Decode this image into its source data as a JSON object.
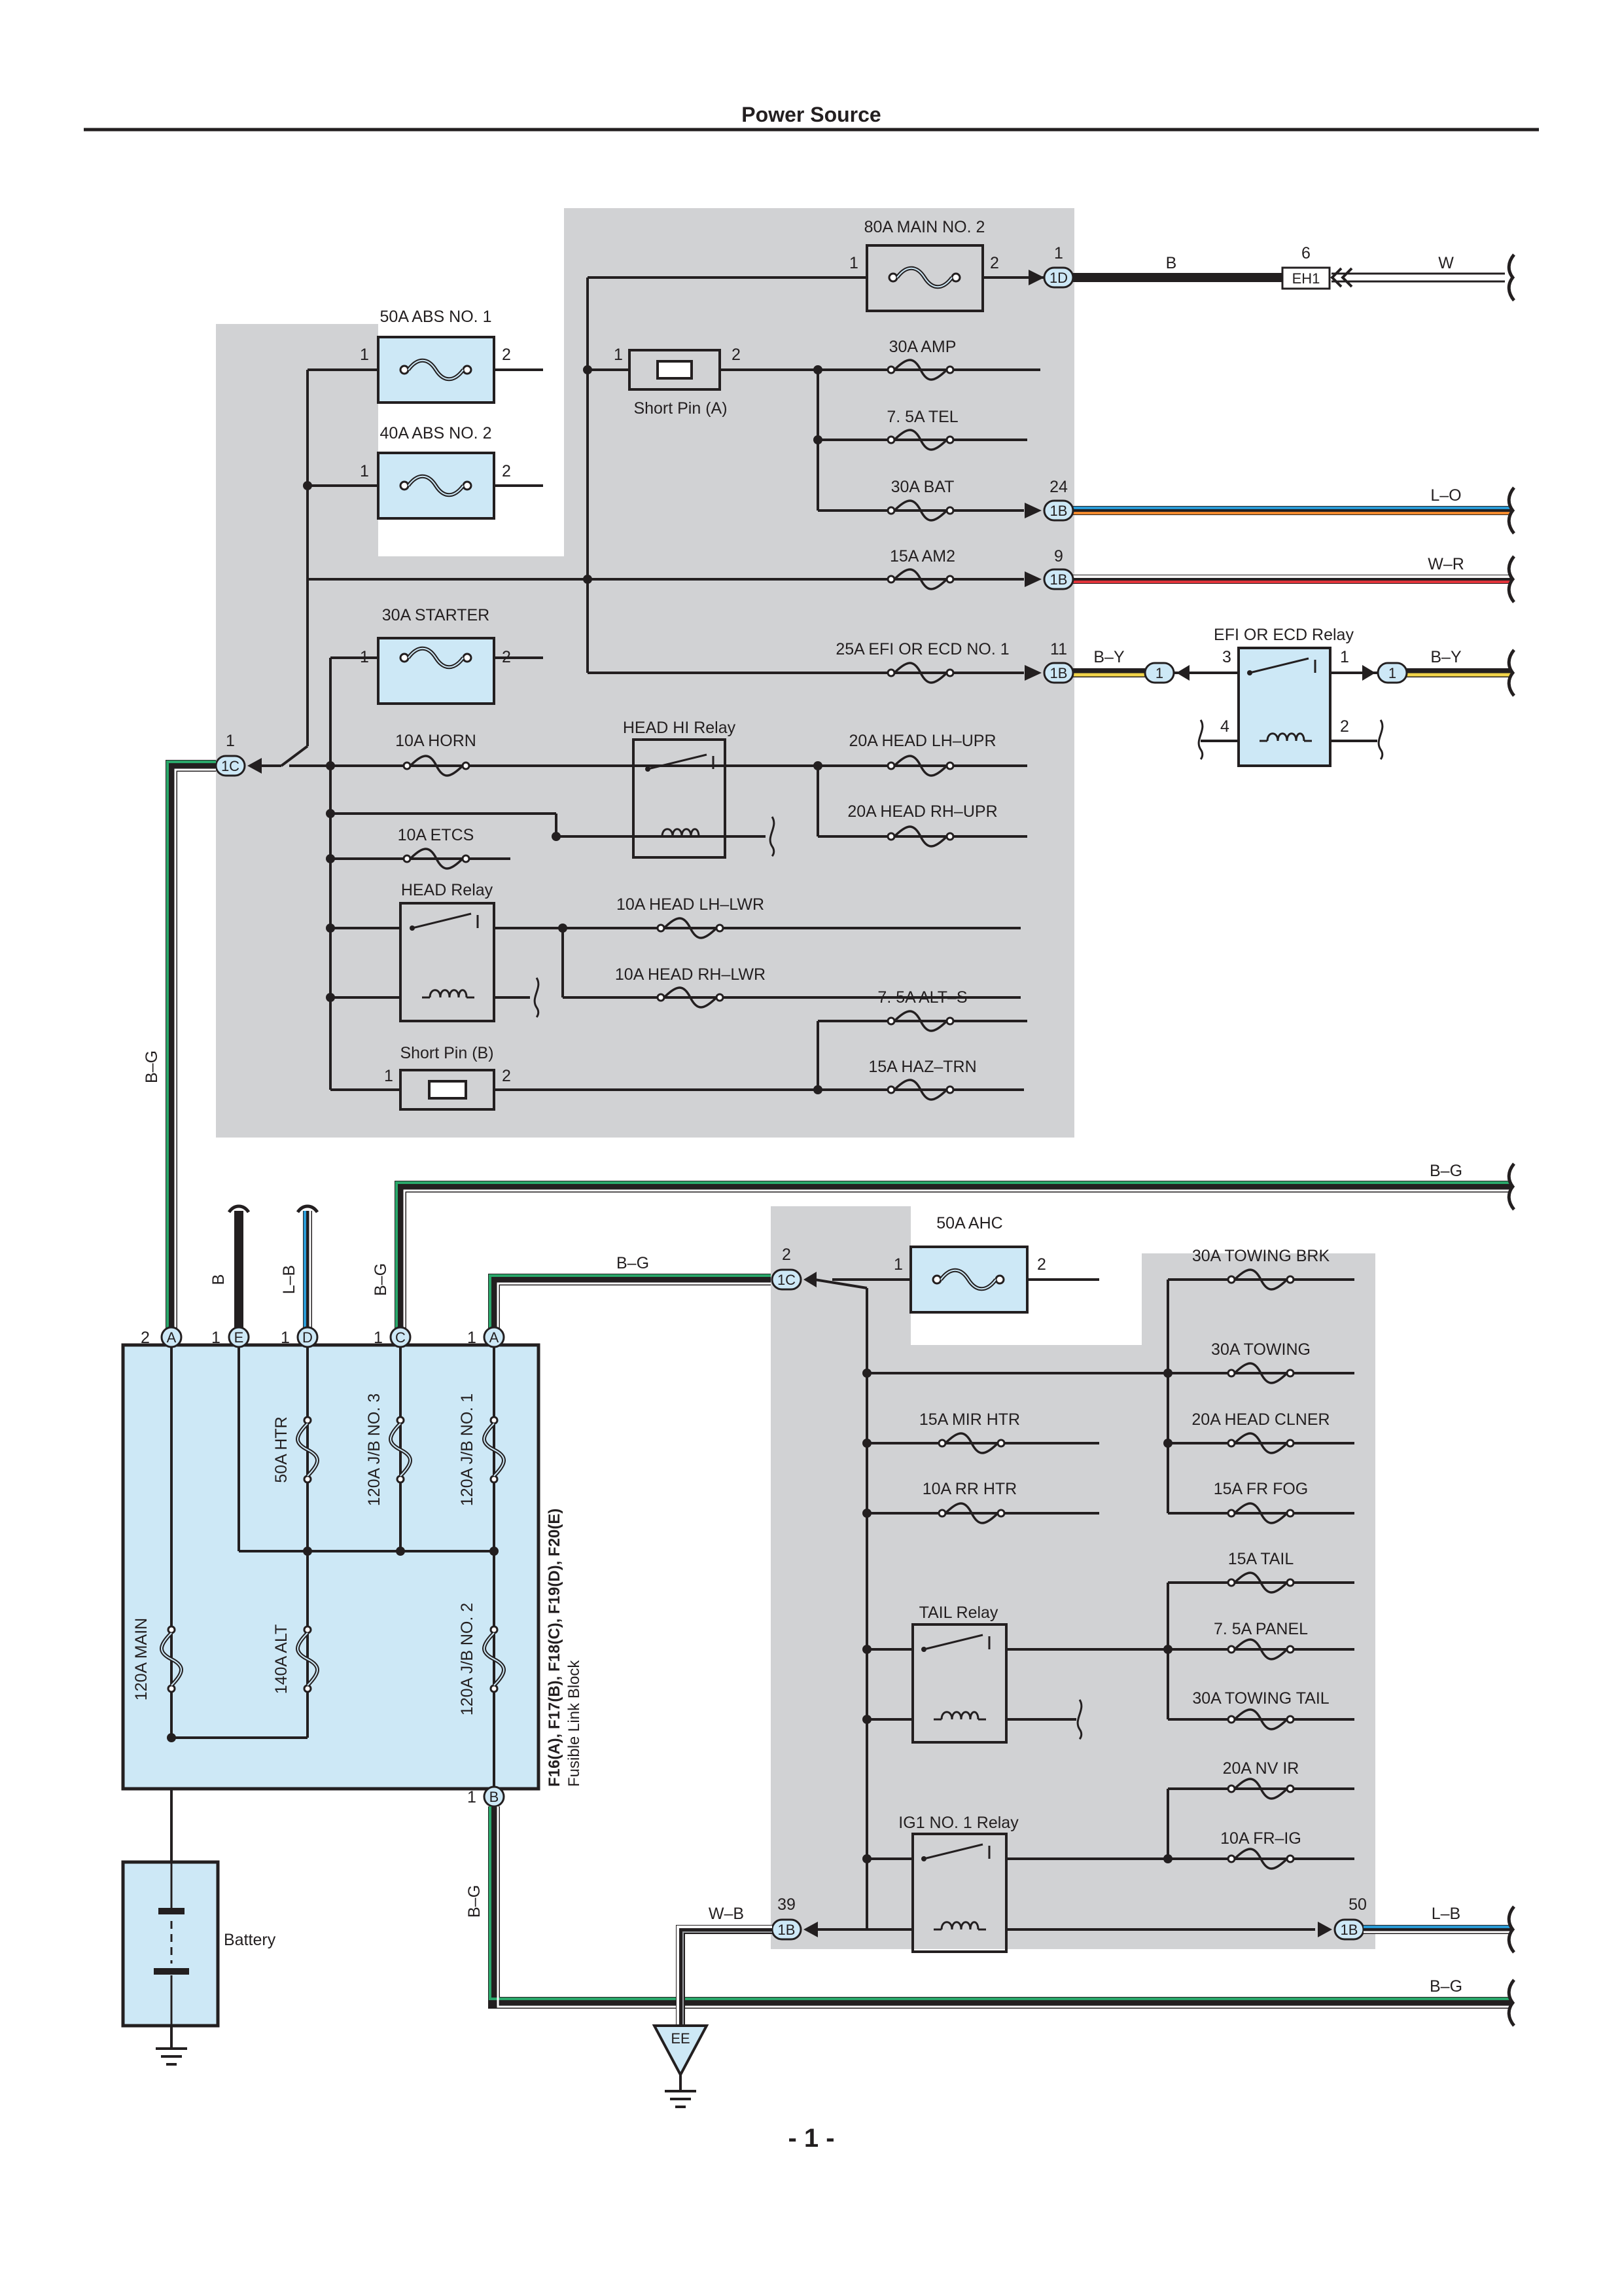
{
  "page": {
    "title": "Power Source",
    "page_number": "- 1 -"
  },
  "colors": {
    "panel": "#d1d2d4",
    "component": "#cde8f6",
    "green": "#2aa76a",
    "blue": "#2a9bd6",
    "red": "#e2343b",
    "yellow": "#f2d54a",
    "wire": "#231f20"
  },
  "fuses": {
    "main_no2": "80A MAIN NO. 2",
    "abs1": "50A ABS NO. 1",
    "abs2": "40A ABS NO. 2",
    "amp": "30A AMP",
    "tel": "7. 5A TEL",
    "bat": "30A BAT",
    "am2": "15A AM2",
    "starter": "30A STARTER",
    "efi": "25A EFI OR ECD NO. 1",
    "horn": "10A HORN",
    "etcs": "10A ETCS",
    "head_lh_upr": "20A HEAD LH–UPR",
    "head_rh_upr": "20A HEAD RH–UPR",
    "head_lh_lwr": "10A HEAD LH–LWR",
    "head_rh_lwr": "10A HEAD RH–LWR",
    "alt_s": "7. 5A ALT–S",
    "haz_trn": "15A HAZ–TRN",
    "ahc": "50A AHC",
    "towing_brk": "30A TOWING BRK",
    "towing": "30A TOWING",
    "mir_htr": "15A MIR HTR",
    "head_clner": "20A HEAD CLNER",
    "rr_htr": "10A RR HTR",
    "fr_fog": "15A FR FOG",
    "tail": "15A TAIL",
    "panel": "7. 5A PANEL",
    "towing_tail": "30A TOWING TAIL",
    "nv_ir": "20A NV IR",
    "fr_ig": "10A FR–IG",
    "main120": "120A MAIN",
    "htr": "50A HTR",
    "alt": "140A ALT",
    "jb3": "120A J/B NO. 3",
    "jb1": "120A J/B NO. 1",
    "jb2": "120A J/B NO. 2"
  },
  "relays": {
    "head_hi": "HEAD HI Relay",
    "head": "HEAD Relay",
    "efi_ecd": "EFI OR ECD Relay",
    "tail": "TAIL Relay",
    "ig1": "IG1 NO. 1 Relay"
  },
  "short_pins": {
    "a": "Short Pin (A)",
    "b": "Short Pin (B)"
  },
  "fusible_block": {
    "line1": "F16(A), F17(B), F18(C), F19(D), F20(E)",
    "line2": "Fusible Link Block"
  },
  "battery_label": "Battery",
  "ground_label": "EE",
  "connectors": {
    "c1D": "1D",
    "c1B_24": "1B",
    "c1B_9": "1B",
    "c1B_11": "1B",
    "cEH1": "EH1",
    "c1_a": "1",
    "c1_b": "1",
    "c1C_top": "1C",
    "c1C_lower": "1C",
    "c1B_39": "1B",
    "c1B_50": "1B",
    "pA2": "A",
    "pE": "E",
    "pD": "D",
    "pC": "C",
    "pA1": "A",
    "pB": "B"
  },
  "pins": {
    "one": "1",
    "two": "2",
    "three": "3",
    "four": "4",
    "six": "6",
    "nine": "9",
    "eleven": "11",
    "twentyfour": "24",
    "thirtynine": "39",
    "fifty": "50"
  },
  "wires": {
    "B": "B",
    "W": "W",
    "LO": "L–O",
    "WR": "W–R",
    "BY": "B–Y",
    "BG": "B–G",
    "LB": "L–B",
    "WB": "W–B"
  }
}
